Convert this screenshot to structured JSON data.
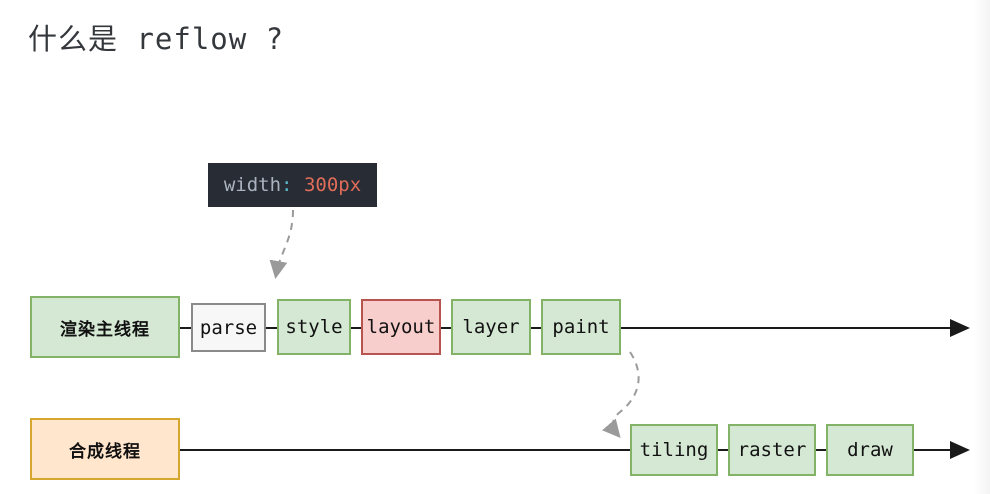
{
  "page": {
    "title": "什么是 reflow ?",
    "background": "#ffffff"
  },
  "code_tooltip": {
    "name": "css-declaration-tooltip",
    "property": "width",
    "separator": ":",
    "value": " 300px",
    "background": "#282c34",
    "property_color": "#abb2bf",
    "separator_color": "#56b6c2",
    "value_color": "#e06c5a"
  },
  "colors": {
    "green_fill": "#d5e8d4",
    "green_stroke": "#82b366",
    "red_fill": "#f8cecc",
    "red_stroke": "#b85450",
    "orange_fill": "#ffe6cc",
    "orange_stroke": "#d6a72e",
    "plain_fill": "#f7f7f7",
    "plain_stroke": "#8a8a8a",
    "line": "#1a1a1a",
    "dashed_line": "#9a9a9a",
    "title_text": "#34373b"
  },
  "lanes": [
    {
      "id": "main-thread",
      "label": "渲染主线程",
      "style": "green",
      "stages": [
        {
          "label": "parse",
          "style": "plain"
        },
        {
          "label": "style",
          "style": "green"
        },
        {
          "label": "layout",
          "style": "red"
        },
        {
          "label": "layer",
          "style": "green"
        },
        {
          "label": "paint",
          "style": "green"
        }
      ]
    },
    {
      "id": "compositor-thread",
      "label": "合成线程",
      "style": "orange",
      "stages": [
        {
          "label": "tiling",
          "style": "green"
        },
        {
          "label": "raster",
          "style": "green"
        },
        {
          "label": "draw",
          "style": "green"
        }
      ]
    }
  ],
  "arrows": [
    {
      "id": "tooltip-to-style",
      "kind": "dashed-curved",
      "from": "css-declaration-tooltip",
      "to": "style"
    },
    {
      "id": "paint-to-tiling",
      "kind": "dashed-curved",
      "from": "paint",
      "to": "tiling"
    },
    {
      "id": "main-thread-timeline",
      "kind": "solid-arrow",
      "direction": "right"
    },
    {
      "id": "compositor-timeline",
      "kind": "solid-arrow",
      "direction": "right"
    }
  ]
}
